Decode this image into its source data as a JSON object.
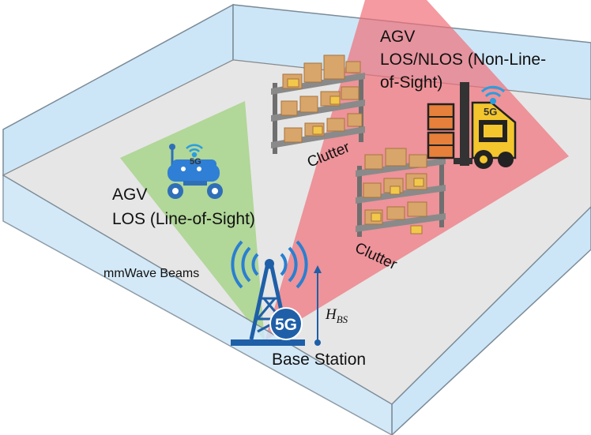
{
  "labels": {
    "agv_los_title": "AGV",
    "agv_los_desc": "LOS (Line-of-Sight)",
    "agv_nlos_title": "AGV",
    "agv_nlos_line1": "LOS/NLOS (Non-Line-",
    "agv_nlos_line2": "of-Sight)",
    "clutter_1": "Clutter",
    "clutter_2": "Clutter",
    "mmwave_beams": "mmWave Beams",
    "base_station": "Base Station",
    "height_symbol": "H",
    "height_subscript": "BS",
    "badge_5g": "5G",
    "robot_5g": "5G",
    "forklift_5g": "5G"
  },
  "colors": {
    "wall_fill": "#cde6f7",
    "wall_stroke": "#7a8b98",
    "floor": "#e6e6e6",
    "los_beam": "#9fd27f",
    "nlos_beam": "#ef6f77",
    "tower": "#1f5fa8",
    "robot": "#2f7fd6",
    "forklift_body": "#f3c62e",
    "box_orange": "#e6803a",
    "shelf": "#6f6f6f",
    "carton": "#d8a56b"
  }
}
